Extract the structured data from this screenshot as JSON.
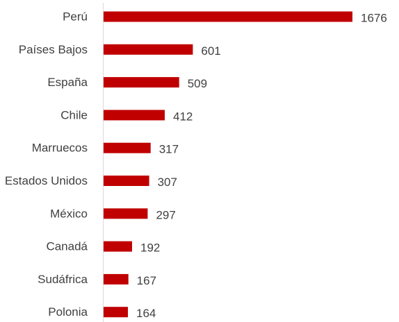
{
  "chart_data": {
    "type": "bar",
    "orientation": "horizontal",
    "categories": [
      "Perú",
      "Países Bajos",
      "España",
      "Chile",
      "Marruecos",
      "Estados Unidos",
      "México",
      "Canadá",
      "Sudáfrica",
      "Polonia"
    ],
    "values": [
      1676,
      601,
      509,
      412,
      317,
      307,
      297,
      192,
      167,
      164
    ],
    "title": "",
    "xlabel": "",
    "ylabel": "",
    "xlim": [
      0,
      1676
    ],
    "grid": false,
    "legend": "none",
    "data_labels": true,
    "bar_color": "#C00000",
    "axis_color": "#D9D9D9",
    "text_color": "#404040"
  }
}
